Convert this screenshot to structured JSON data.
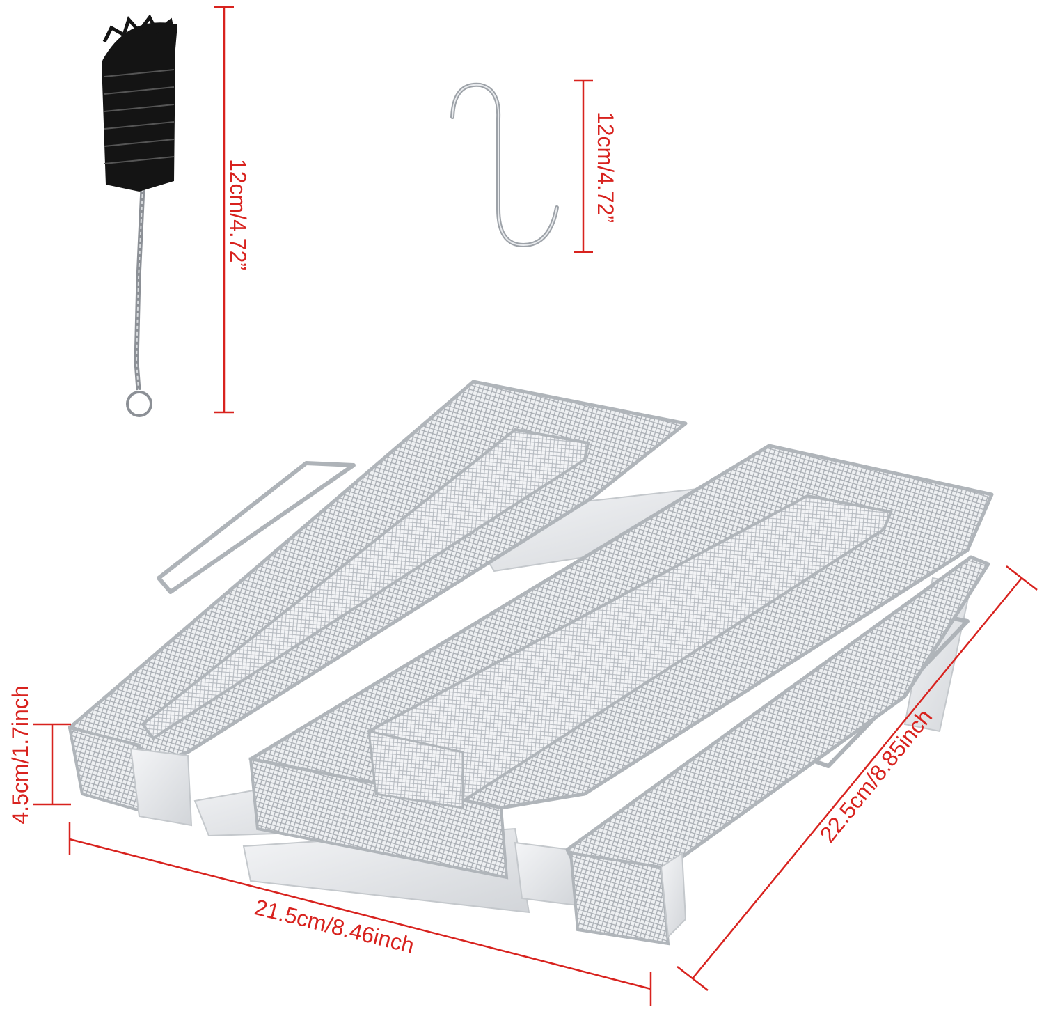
{
  "accent_color": "#d8221e",
  "objects": [
    {
      "name": "brush-icon",
      "description_icon": "cleaning brush"
    },
    {
      "name": "s-hook-icon",
      "description_icon": "s hook"
    },
    {
      "name": "smoker-tray-icon",
      "description_icon": "mesh smoker tray"
    }
  ],
  "dimensions": {
    "brush_length": "12cm/4.72”",
    "hook_length": "12cm/4.72”",
    "tray_height": "4.5cm/1.7inch",
    "tray_width": "21.5cm/8.46inch",
    "tray_depth": "22.5cm/8.85inch"
  }
}
